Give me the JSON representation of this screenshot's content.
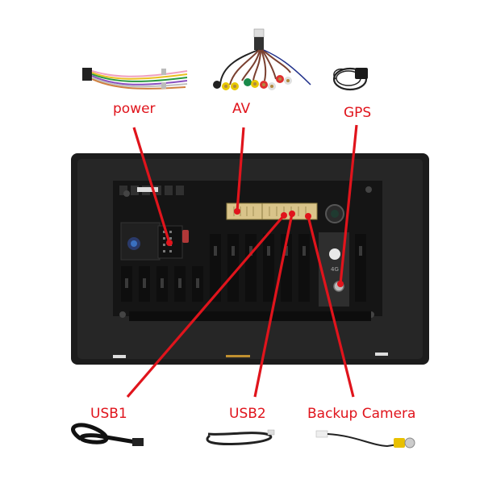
{
  "labels": {
    "power": "power",
    "av": "AV",
    "gps": "GPS",
    "usb1": "USB1",
    "usb2": "USB2",
    "backup_camera": "Backup Camera"
  },
  "colors": {
    "label_red": "#e0141c",
    "device_black": "#1c1c1c",
    "connector_tan": "#d9c48a"
  },
  "device": {
    "panel_text": "",
    "marking": "4G"
  }
}
